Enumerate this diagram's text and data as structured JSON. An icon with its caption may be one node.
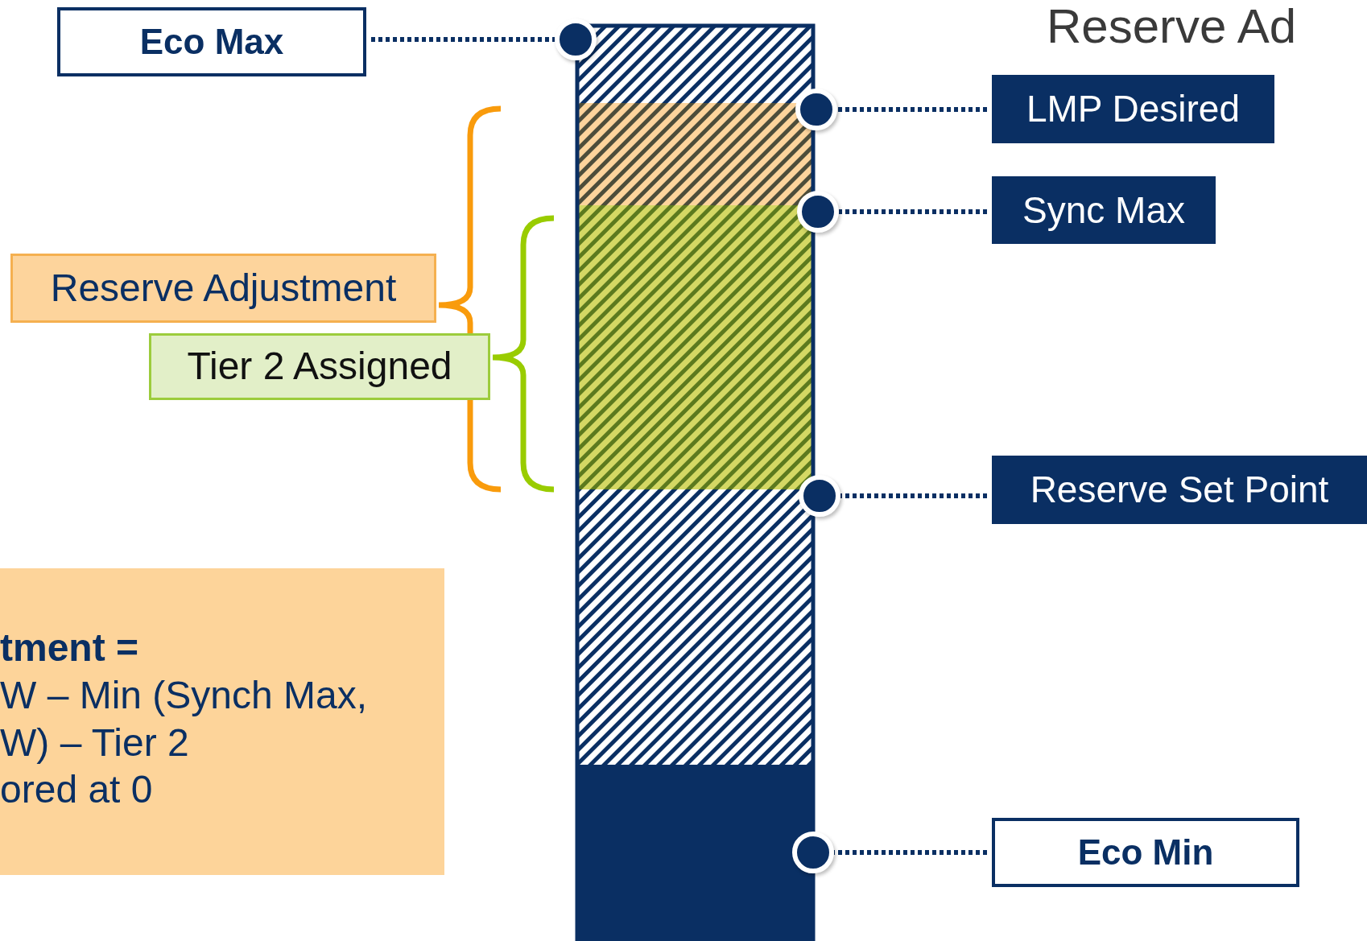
{
  "diagram": {
    "title": "Reserve Ad",
    "nodes": [
      {
        "text": [
          "Eco Max"
        ]
      },
      {
        "text": [
          "LMP Desired"
        ]
      },
      {
        "text": [
          "Sync Max"
        ]
      },
      {
        "text": [
          "Reserve Set Point"
        ]
      },
      {
        "text": [
          "Eco Min"
        ]
      },
      {
        "text": [
          "Reserve Adjustment"
        ]
      },
      {
        "text": [
          "Tier 2 Assigned"
        ]
      },
      {
        "text": [
          "tment =",
          "W – Min (Synch Max,",
          "W) – Tier 2",
          "ored at 0"
        ]
      },
      {
        "text": [],
        "shape": "circle"
      },
      {
        "text": [],
        "shape": "circle"
      },
      {
        "text": [],
        "shape": "circle"
      },
      {
        "text": [],
        "shape": "circle"
      },
      {
        "text": [],
        "shape": "circle"
      }
    ],
    "edges": [
      {
        "from": 0,
        "to": 8,
        "arrow": "none"
      },
      {
        "from": 1,
        "to": 9,
        "arrow": "none"
      },
      {
        "from": 2,
        "to": 10,
        "arrow": "none"
      },
      {
        "from": 3,
        "to": 11,
        "arrow": "none"
      },
      {
        "from": 4,
        "to": 12,
        "arrow": "none"
      }
    ]
  }
}
